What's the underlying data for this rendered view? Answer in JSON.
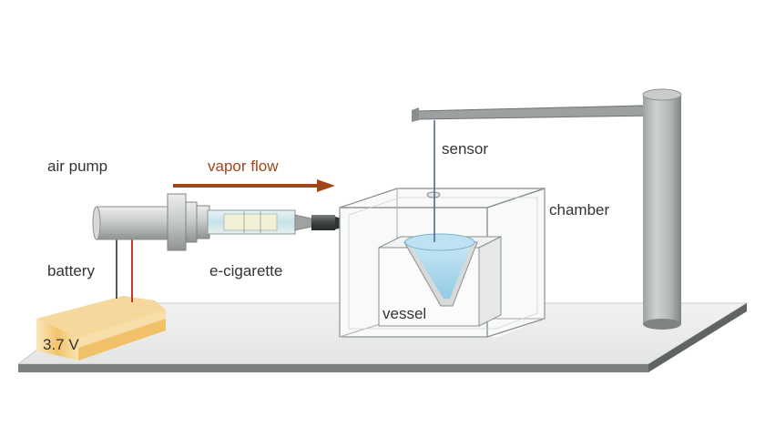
{
  "labels": {
    "air_pump": "air pump",
    "vapor_flow": "vapor flow",
    "sensor": "sensor",
    "chamber": "chamber",
    "battery": "battery",
    "e_cigarette": "e-cigarette",
    "vessel": "vessel",
    "voltage": "3.7 V"
  },
  "colors": {
    "vapor_flow_arrow": "#a0471a",
    "battery_lead": "#c0392b",
    "liquid": "#a9d8ee",
    "battery_cell": "#f2c46a"
  }
}
